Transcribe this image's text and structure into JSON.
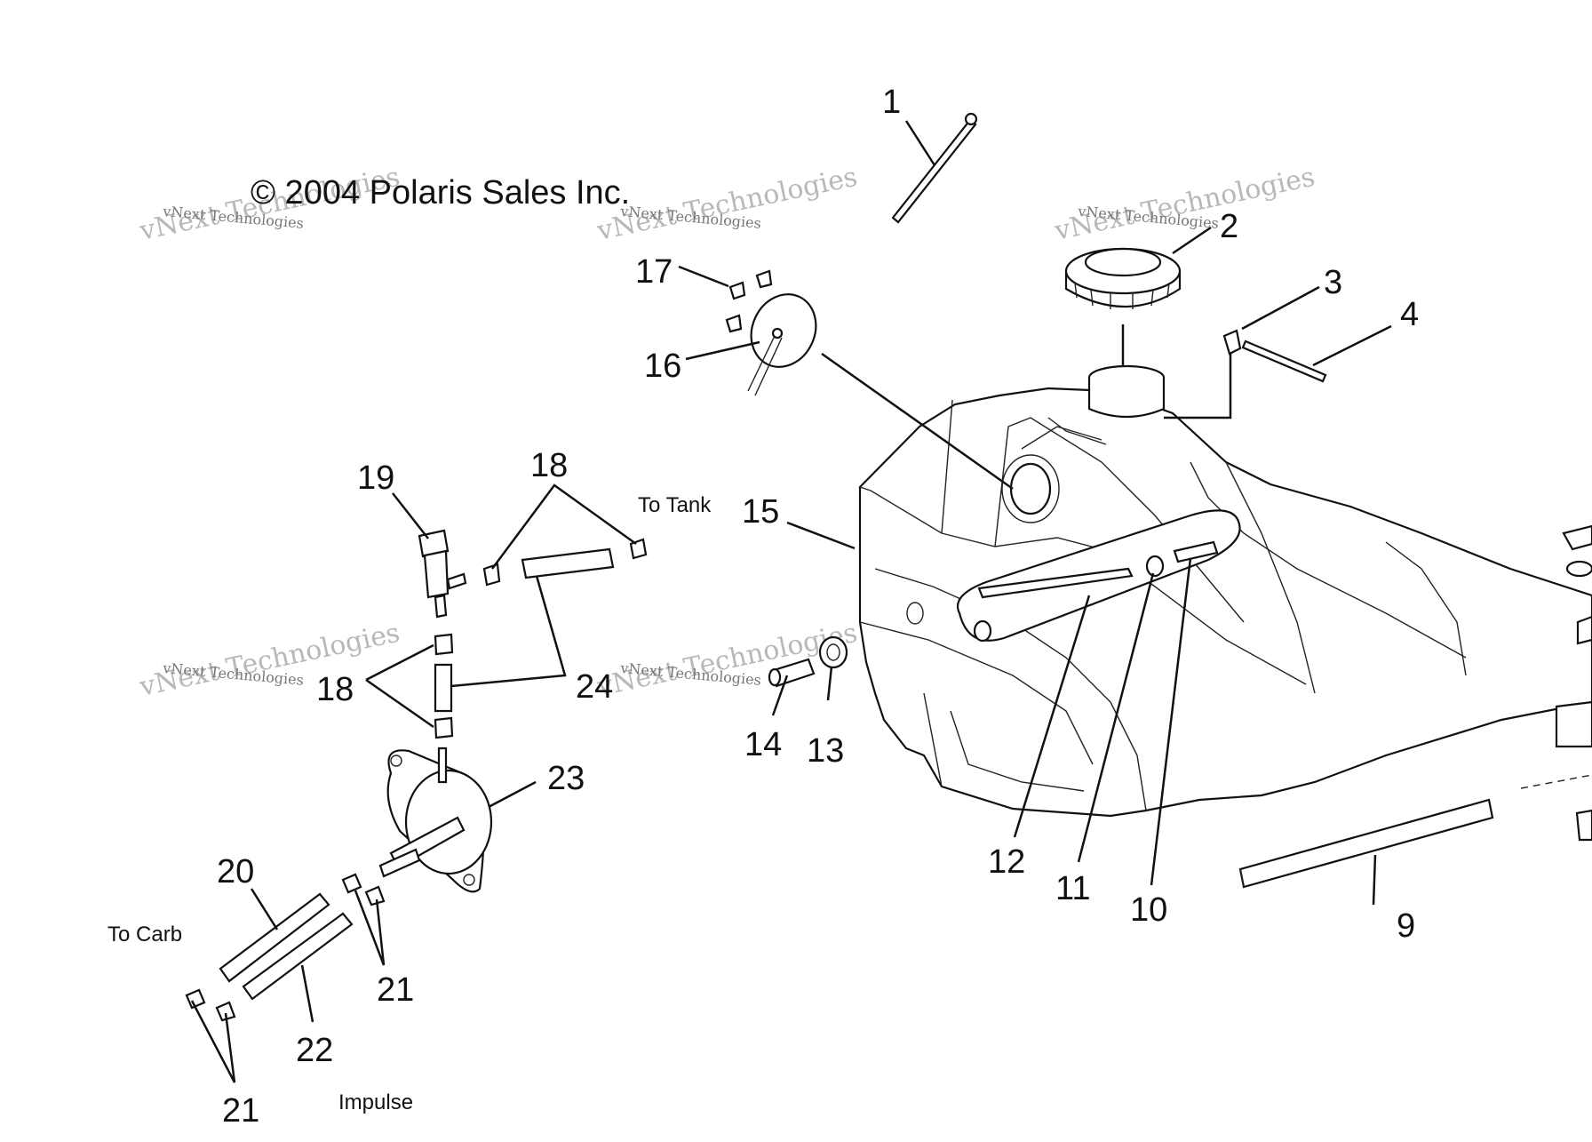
{
  "copyright": "© 2004 Polaris Sales Inc.",
  "watermark": {
    "big": "vNext Technologies",
    "small": "vNext Technologies"
  },
  "notes": {
    "to_tank": "To Tank",
    "to_carb": "To Carb",
    "impulse": "Impulse"
  },
  "callouts": [
    {
      "id": "c1",
      "label": "1"
    },
    {
      "id": "c2",
      "label": "2"
    },
    {
      "id": "c3",
      "label": "3"
    },
    {
      "id": "c4",
      "label": "4"
    },
    {
      "id": "c9",
      "label": "9"
    },
    {
      "id": "c10",
      "label": "10"
    },
    {
      "id": "c11",
      "label": "11"
    },
    {
      "id": "c12",
      "label": "12"
    },
    {
      "id": "c13",
      "label": "13"
    },
    {
      "id": "c14",
      "label": "14"
    },
    {
      "id": "c15",
      "label": "15"
    },
    {
      "id": "c16",
      "label": "16"
    },
    {
      "id": "c17",
      "label": "17"
    },
    {
      "id": "c18a",
      "label": "18"
    },
    {
      "id": "c18b",
      "label": "18"
    },
    {
      "id": "c19",
      "label": "19"
    },
    {
      "id": "c20",
      "label": "20"
    },
    {
      "id": "c21a",
      "label": "21"
    },
    {
      "id": "c21b",
      "label": "21"
    },
    {
      "id": "c22",
      "label": "22"
    },
    {
      "id": "c23",
      "label": "23"
    },
    {
      "id": "c24",
      "label": "24"
    }
  ]
}
